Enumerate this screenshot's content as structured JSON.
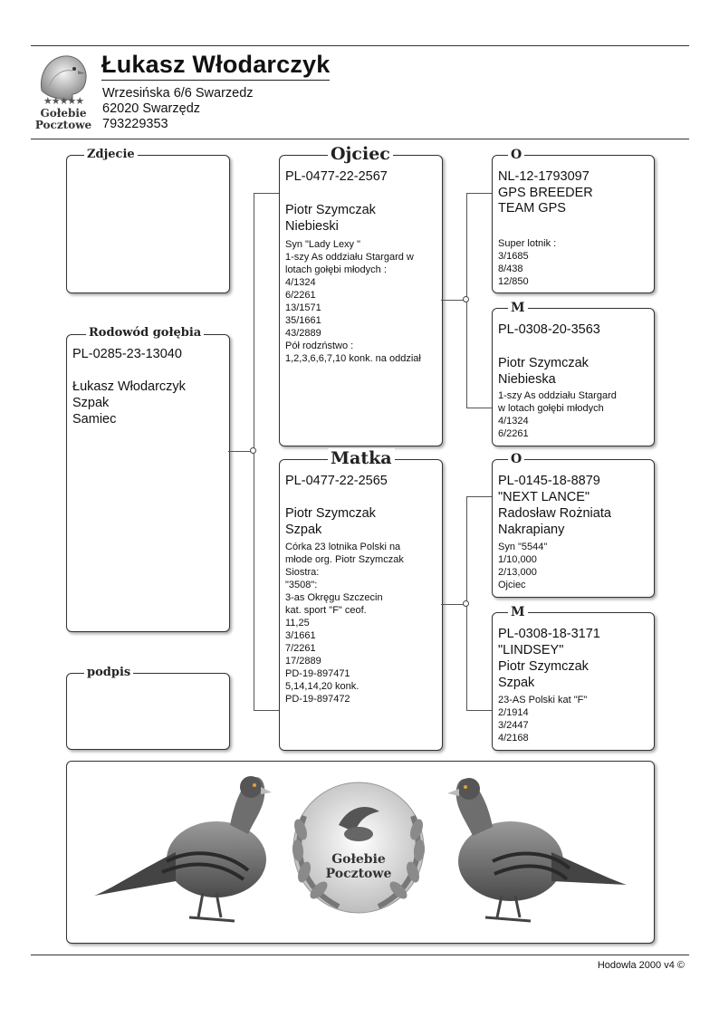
{
  "header": {
    "owner_name": "Łukasz Włodarczyk",
    "address_line1": "Wrzesińska 6/6 Swarzedz",
    "address_line2": "62020 Swarzędz",
    "phone": "793229353",
    "logo": {
      "icon": "pigeon-logo-icon",
      "text_line1": "Gołebie",
      "text_line2": "Pocztowe",
      "stars": "★★★★★"
    }
  },
  "photo_box": {
    "title": "Zdjecie"
  },
  "pigeon": {
    "title": "Rodowód gołębia",
    "ring": "PL-0285-23-13040",
    "owner": "Łukasz Włodarczyk",
    "color": "Szpak",
    "sex": "Samiec"
  },
  "signature_box": {
    "title": "podpis"
  },
  "father": {
    "title": "Ojciec",
    "ring": "PL-0477-22-2567",
    "breeder": "Piotr Szymczak",
    "color": "Niebieski",
    "notes": [
      "Syn \"Lady Lexy \"",
      "1-szy As oddziału Stargard w",
      "lotach gołębi młodych :",
      "4/1324",
      "6/2261",
      "13/1571",
      "35/1661",
      "43/2889",
      "Pół rodzństwo :",
      "1,2,3,6,6,7,10 konk. na oddział"
    ]
  },
  "mother": {
    "title": "Matka",
    "ring": "PL-0477-22-2565",
    "breeder": "Piotr Szymczak",
    "color": "Szpak",
    "notes": [
      "Córka 23 lotnika Polski  na",
      "młode org. Piotr Szymczak",
      "Siostra:",
      "\"3508\":",
      "3-as Okręgu Szczecin",
      "kat. sport \"F\" ceof.",
      "11,25",
      "3/1661",
      "7/2261",
      "17/2889",
      "PD-19-897471",
      "5,14,14,20 konk.",
      "PD-19-897472"
    ]
  },
  "ff": {
    "title": "O",
    "ring": "NL-12-1793097",
    "lines": [
      "GPS BREEDER",
      "TEAM GPS"
    ],
    "notes": [
      "Super lotnik  :",
      "3/1685",
      "8/438",
      "12/850"
    ]
  },
  "fm": {
    "title": "M",
    "ring": "PL-0308-20-3563",
    "breeder": "Piotr Szymczak",
    "color": "Niebieska",
    "notes": [
      "1-szy As  oddziału Stargard",
      "w lotach gołębi młodych",
      "4/1324",
      "6/2261"
    ]
  },
  "mf": {
    "title": "O",
    "ring": "PL-0145-18-8879",
    "lines": [
      "\"NEXT LANCE\"",
      "Radosław Rożniata",
      "Nakrapiany"
    ],
    "notes": [
      "Syn \"5544\"",
      "1/10,000",
      "2/13,000",
      "Ojciec"
    ]
  },
  "mm": {
    "title": "M",
    "ring": "PL-0308-18-3171",
    "lines": [
      "\"LINDSEY\"",
      "Piotr Szymczak",
      "Szpak"
    ],
    "notes": [
      "23-AS Polski kat \"F\"",
      "2/1914",
      "3/2447",
      "4/2168"
    ]
  },
  "banner": {
    "logo_line1": "Gołebie",
    "logo_line2": "Pocztowe"
  },
  "footer": {
    "text": "Hodowla 2000 v4 ©"
  },
  "colors": {
    "border": "#333333",
    "text": "#111111",
    "gray": "#777777"
  }
}
